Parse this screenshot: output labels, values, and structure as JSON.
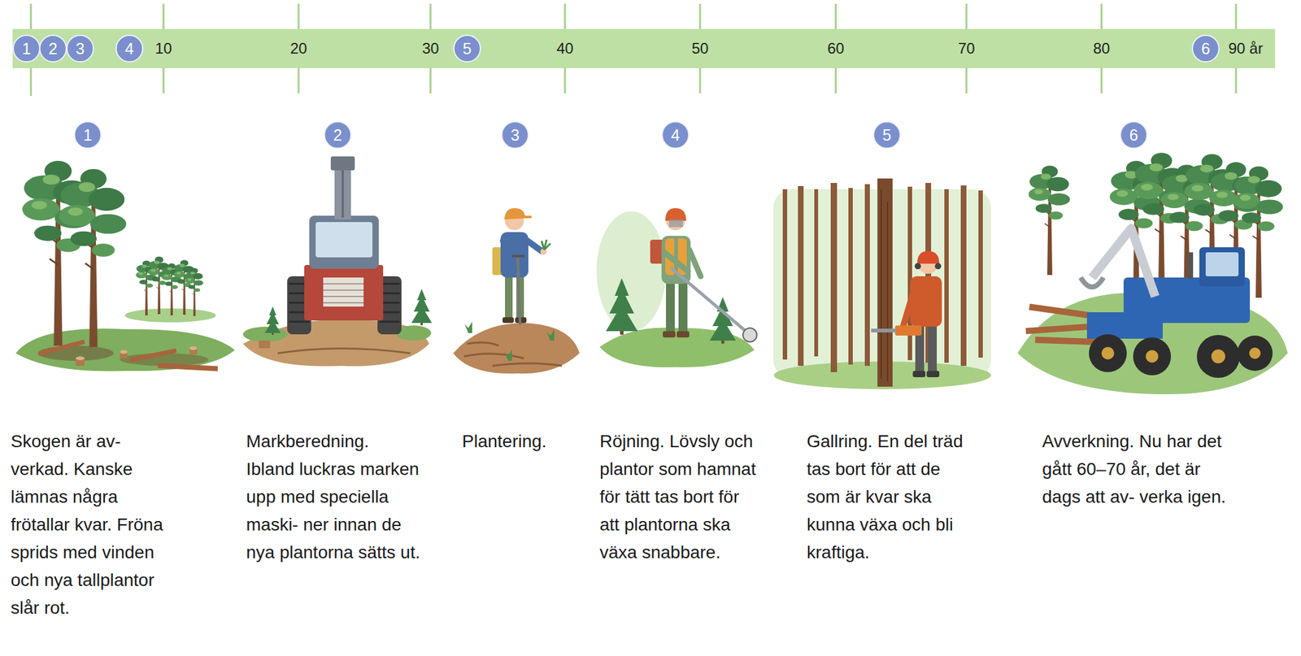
{
  "diagram": {
    "nodes": [
      {
        "text": [
          "10",
          "20",
          "30",
          "40",
          "50",
          "60",
          "70",
          "80",
          "90 år"
        ]
      },
      {
        "text": [
          "1"
        ],
        "in": 0
      },
      {
        "text": [
          "2"
        ],
        "in": 0
      },
      {
        "text": [
          "3"
        ],
        "in": 0
      },
      {
        "text": [
          "4"
        ],
        "in": 0
      },
      {
        "text": [
          "5"
        ],
        "in": 0
      },
      {
        "text": [
          "6"
        ],
        "in": 0
      },
      {
        "text": [
          "1"
        ]
      },
      {
        "text": [
          "2"
        ]
      },
      {
        "text": [
          "3"
        ]
      },
      {
        "text": [
          "4"
        ]
      },
      {
        "text": [
          "5"
        ]
      },
      {
        "text": [
          "6"
        ]
      }
    ],
    "labels": [
      "Skogen är av- verkad. Kanske lämnas några frötallar kvar. Fröna sprids med vinden och nya tallplantor slår rot.",
      "Markberedning. Ibland luckras marken upp med speciella maski- ner innan de nya plantorna sätts ut.",
      "Plantering.",
      "Röjning. Lövsly och plantor som hamnat för tätt tas bort för att plantorna ska växa snabbare.",
      "Gallring. En del träd tas bort för att de som är kvar ska kunna växa och bli kraftiga.",
      "Avverkning. Nu har det gått 60–70 år, det är dags att av- verka igen."
    ]
  }
}
